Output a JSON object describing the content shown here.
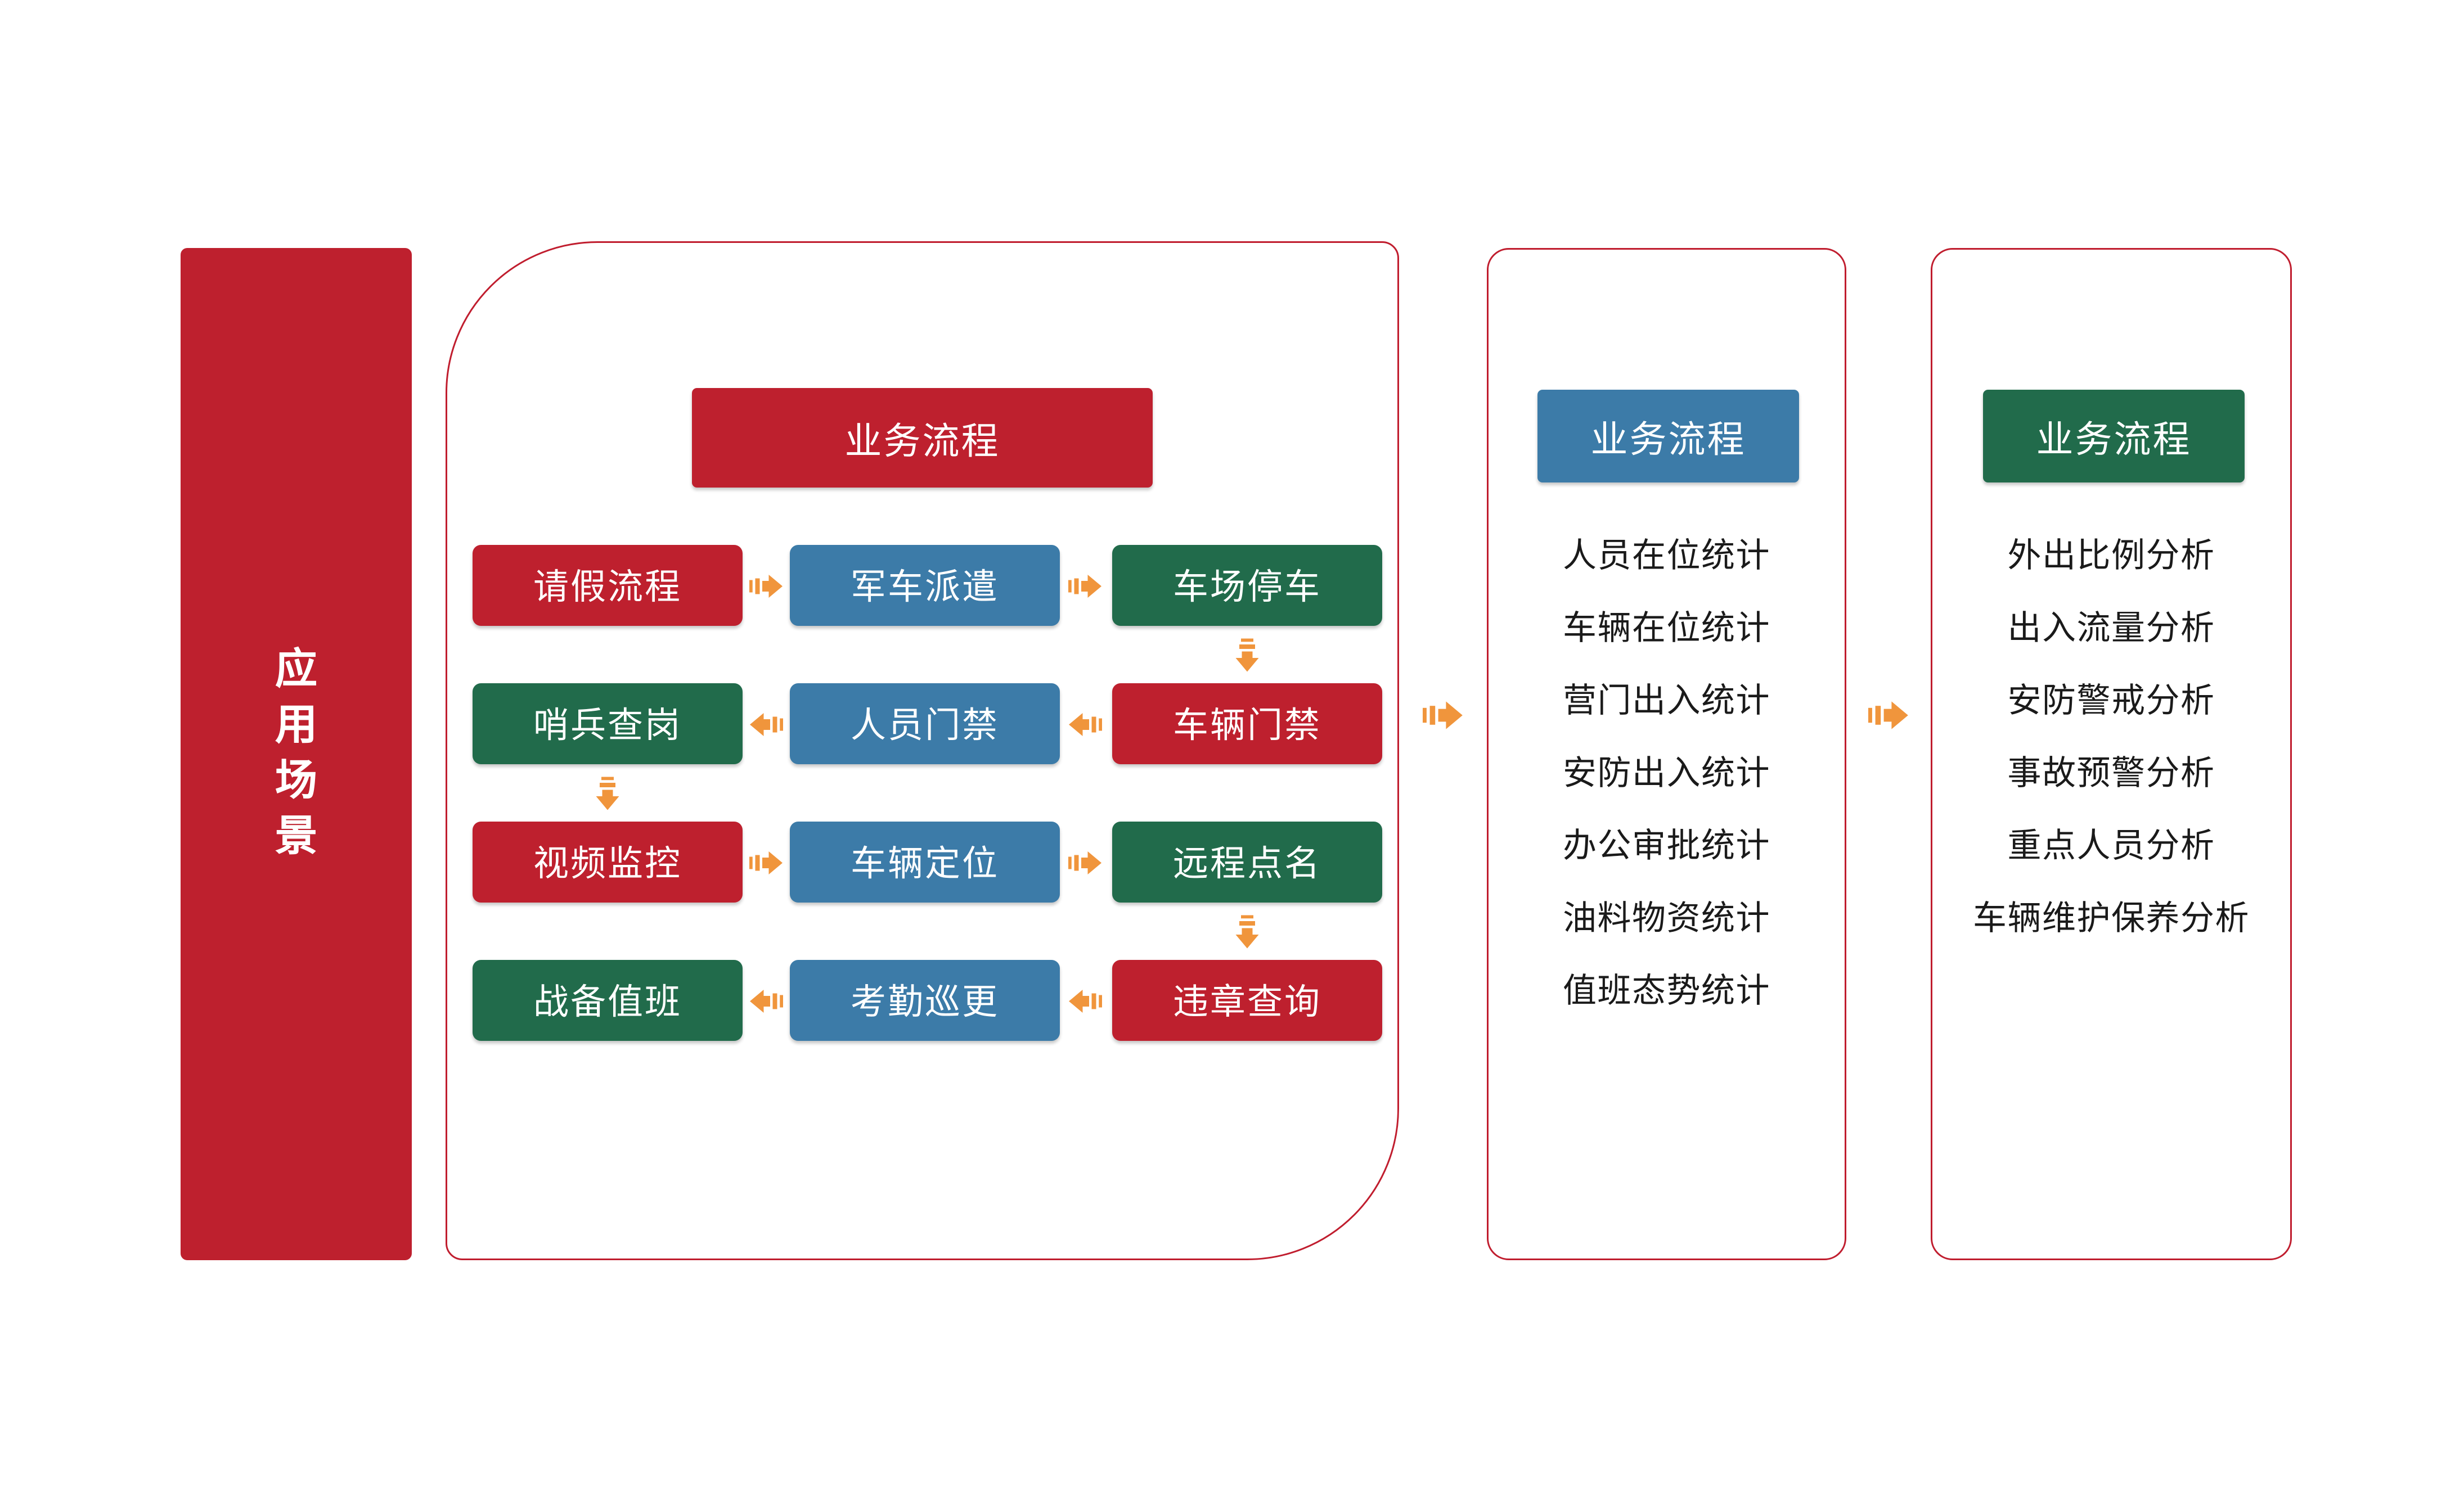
{
  "colors": {
    "red": "#BE202E",
    "blue": "#3C7BA8",
    "green": "#216B4B",
    "orange": "#F0953C",
    "border": "#C01D2E",
    "text": "#1A1A1A"
  },
  "sidebar": {
    "title": "应用场景"
  },
  "main_panel": {
    "header": "业务流程",
    "header_color": "red",
    "rows": [
      {
        "flow": "right",
        "cells": [
          {
            "label": "请假流程",
            "color": "red"
          },
          {
            "label": "军车派遣",
            "color": "blue"
          },
          {
            "label": "车场停车",
            "color": "green"
          }
        ]
      },
      {
        "flow": "left",
        "cells": [
          {
            "label": "哨兵查岗",
            "color": "green"
          },
          {
            "label": "人员门禁",
            "color": "blue"
          },
          {
            "label": "车辆门禁",
            "color": "red"
          }
        ]
      },
      {
        "flow": "right",
        "cells": [
          {
            "label": "视频监控",
            "color": "red"
          },
          {
            "label": "车辆定位",
            "color": "blue"
          },
          {
            "label": "远程点名",
            "color": "green"
          }
        ]
      },
      {
        "flow": "left",
        "cells": [
          {
            "label": "战备值班",
            "color": "green"
          },
          {
            "label": "考勤巡更",
            "color": "blue"
          },
          {
            "label": "违章查询",
            "color": "red"
          }
        ]
      }
    ],
    "down_connectors": [
      {
        "from_row": 0,
        "col": 2
      },
      {
        "from_row": 1,
        "col": 0
      },
      {
        "from_row": 2,
        "col": 2
      }
    ]
  },
  "stats_panel": {
    "header": "业务流程",
    "header_color": "blue",
    "items": [
      "人员在位统计",
      "车辆在位统计",
      "营门出入统计",
      "安防出入统计",
      "办公审批统计",
      "油料物资统计",
      "值班态势统计"
    ]
  },
  "analysis_panel": {
    "header": "业务流程",
    "header_color": "green",
    "items": [
      "外出比例分析",
      "出入流量分析",
      "安防警戒分析",
      "事故预警分析",
      "重点人员分析",
      "车辆维护保养分析"
    ]
  }
}
